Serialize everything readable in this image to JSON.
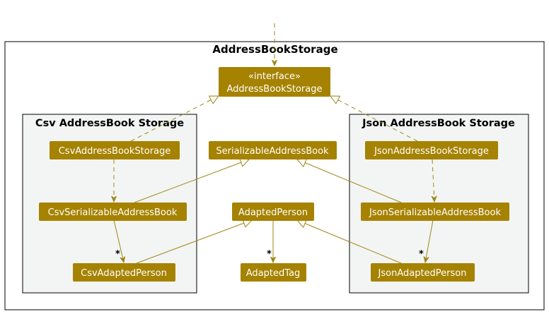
{
  "colors": {
    "node_fill": "#a58200",
    "node_text": "#ffffff",
    "edge": "#a08618",
    "package_border": "#000000",
    "package_fill": "#ffffff",
    "inner_package_fill": "#f3f5f4"
  },
  "packages": {
    "outer": {
      "title": "AddressBookStorage"
    },
    "csv": {
      "title": "Csv AddressBook Storage"
    },
    "json": {
      "title": "Json AddressBook Storage"
    }
  },
  "nodes": {
    "interface": {
      "stereotype": "«interface»",
      "name": "AddressBookStorage"
    },
    "csv_storage": {
      "name": "CsvAddressBookStorage"
    },
    "serializable": {
      "name": "SerializableAddressBook"
    },
    "json_storage": {
      "name": "JsonAddressBookStorage"
    },
    "csv_serializable": {
      "name": "CsvSerializableAddressBook"
    },
    "adapted_person": {
      "name": "AdaptedPerson"
    },
    "json_serializable": {
      "name": "JsonSerializableAddressBook"
    },
    "csv_adapted_person": {
      "name": "CsvAdaptedPerson"
    },
    "adapted_tag": {
      "name": "AdaptedTag"
    },
    "json_adapted_person": {
      "name": "JsonAdaptedPerson"
    }
  },
  "multiplicities": {
    "csv_to_person": "*",
    "person_to_tag": "*",
    "json_to_person": "*"
  }
}
